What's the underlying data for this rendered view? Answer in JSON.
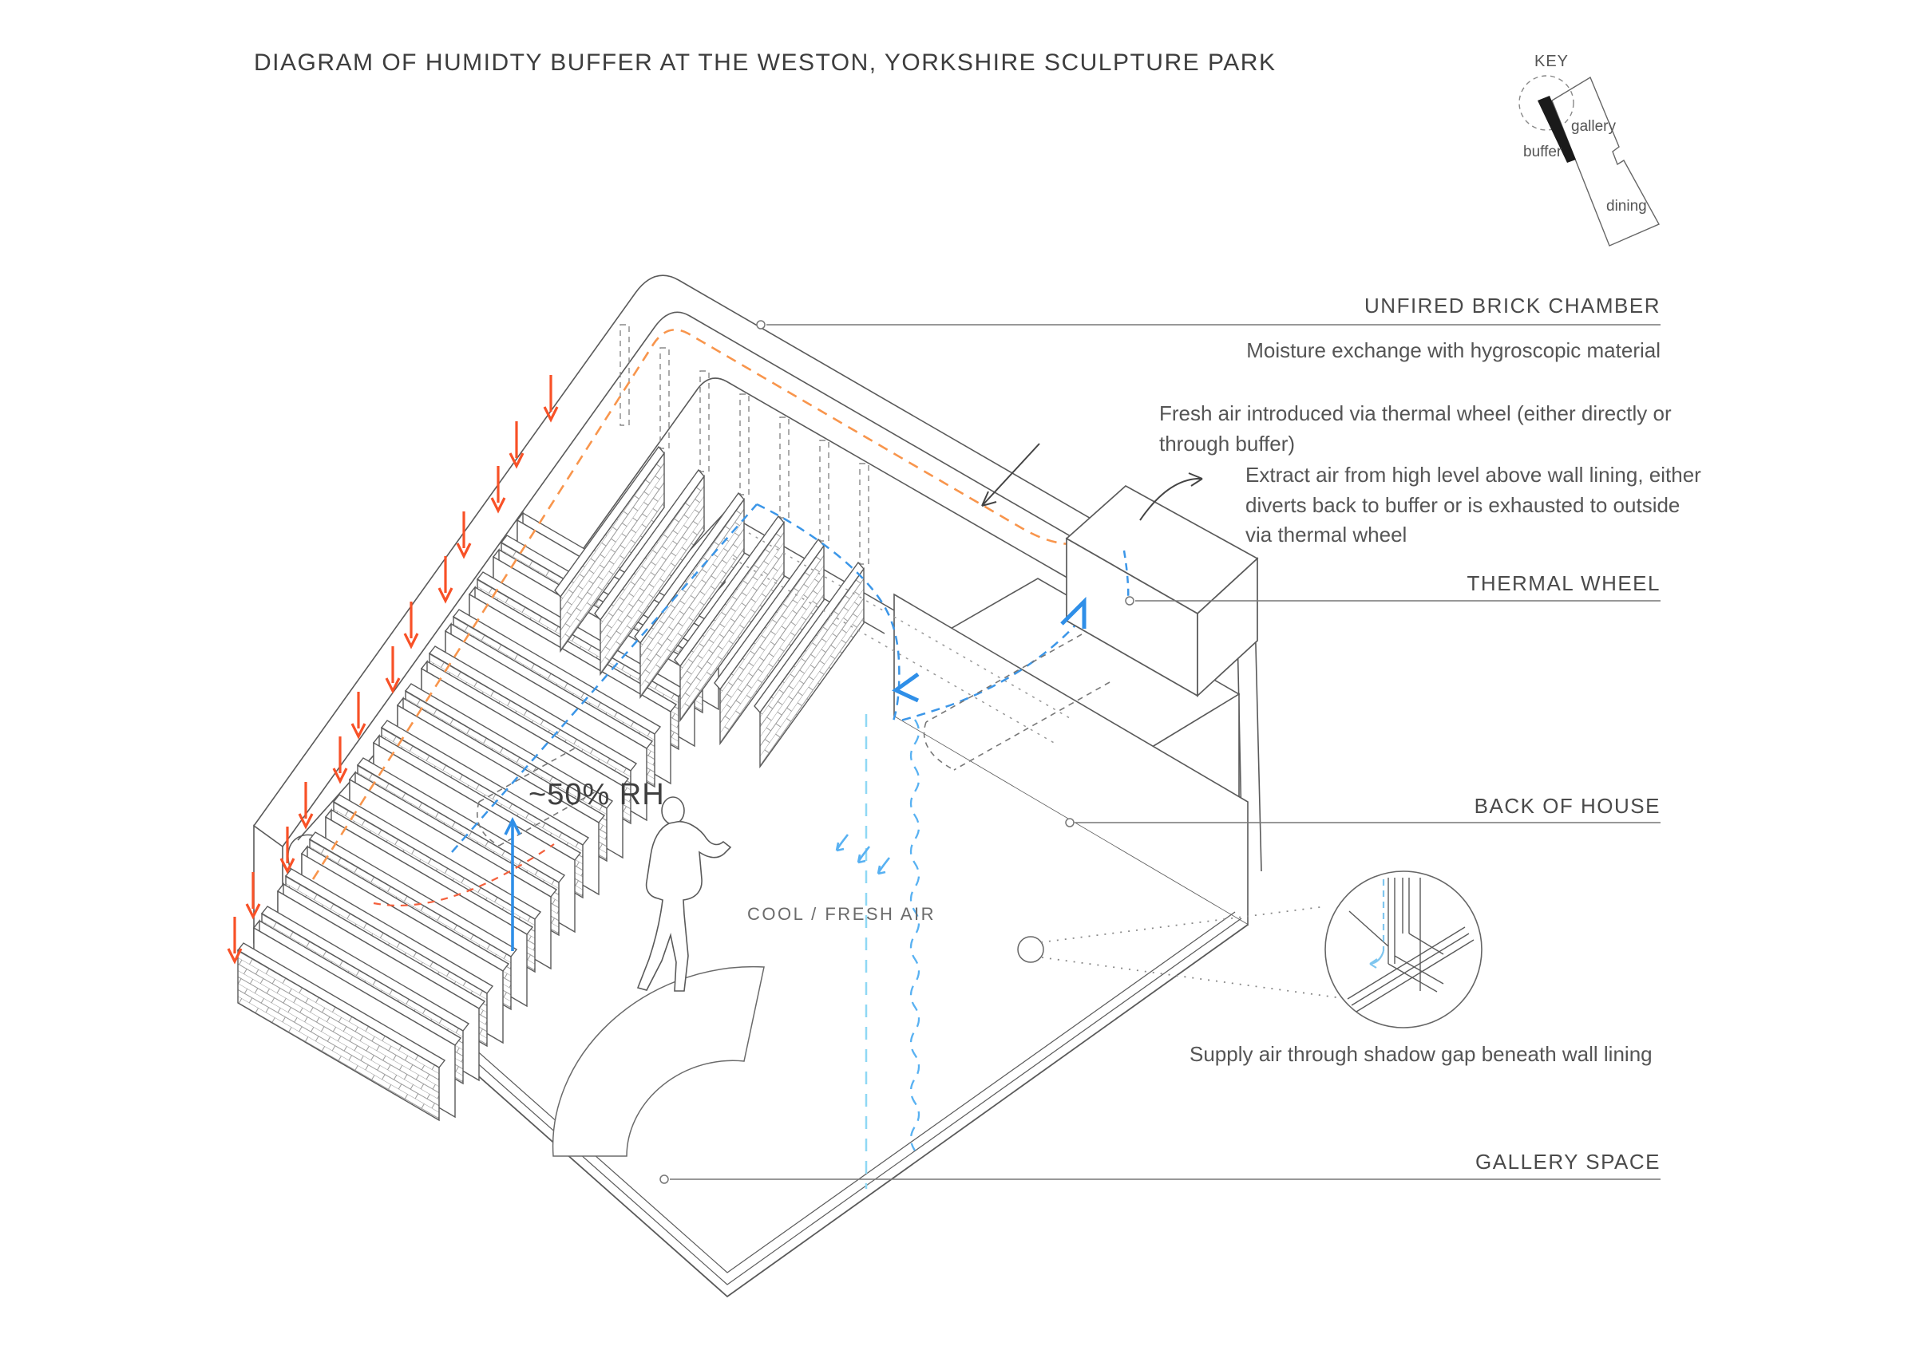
{
  "title": "DIAGRAM OF HUMIDTY BUFFER AT THE WESTON, YORKSHIRE SCULPTURE PARK",
  "key": {
    "label": "KEY",
    "areas": {
      "gallery": "gallery",
      "buffer": "buffer",
      "dining": "dining"
    }
  },
  "annotations": {
    "unfired_brick_chamber": "UNFIRED BRICK CHAMBER",
    "unfired_brick_chamber_desc": "Moisture exchange with hygroscopic material",
    "fresh_air": "Fresh air introduced via thermal wheel (either directly or through buffer)",
    "extract_air": "Extract air from high level above wall lining, either diverts back to buffer or is exhausted to outside via thermal wheel",
    "thermal_wheel": "THERMAL WHEEL",
    "back_of_house": "BACK OF HOUSE",
    "supply_air": "Supply air through shadow gap beneath wall lining",
    "gallery_space": "GALLERY SPACE"
  },
  "diagram_labels": {
    "relative_humidity": "~50% RH",
    "cool_fresh_air": "COOL / FRESH AIR"
  },
  "colors": {
    "line": "#555555",
    "text": "#4a4a4a",
    "humidity_arrow_red": "#f85127",
    "moisture_dash_orange": "#f8954c",
    "air_dash_blue": "#3b96e8",
    "air_dash_cyan": "#8fd8f4",
    "key_buffer_fill": "#1a1a1a"
  }
}
